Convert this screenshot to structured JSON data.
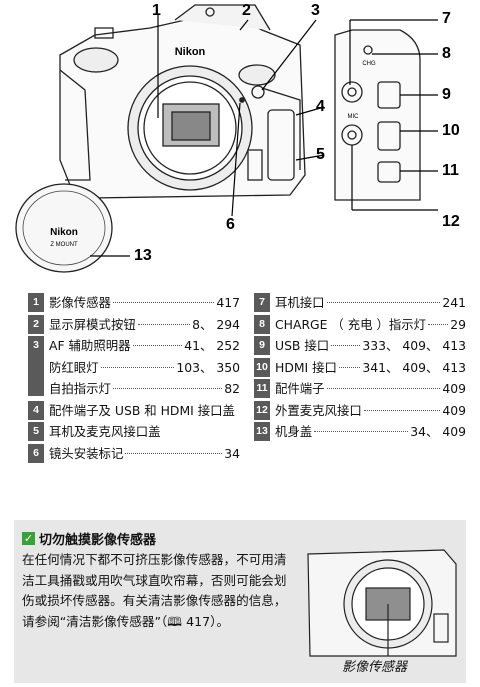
{
  "figure": {
    "callouts": [
      "1",
      "2",
      "3",
      "4",
      "5",
      "6",
      "7",
      "8",
      "9",
      "10",
      "11",
      "12",
      "13"
    ],
    "logo_text": "Nikon",
    "cap_text": "Nikon",
    "cap_subtext": "Z MOUNT",
    "port_labels": [
      "CHG",
      "MIC"
    ]
  },
  "parts_list": {
    "left": [
      {
        "num": "1",
        "entries": [
          {
            "label": "影像传感器",
            "page": "417"
          }
        ]
      },
      {
        "num": "2",
        "entries": [
          {
            "label": "显示屏模式按钮",
            "page": "8、 294"
          }
        ]
      },
      {
        "num": "3",
        "entries": [
          {
            "label": "AF 辅助照明器",
            "page": "41、 252"
          },
          {
            "label": "防红眼灯",
            "page": "103、 350"
          },
          {
            "label": "自拍指示灯",
            "page": "82"
          }
        ]
      },
      {
        "num": "4",
        "entries": [
          {
            "label": "配件端子及 USB 和 HDMI 接口盖",
            "page": ""
          }
        ]
      },
      {
        "num": "5",
        "entries": [
          {
            "label": "耳机及麦克风接口盖",
            "page": ""
          }
        ]
      },
      {
        "num": "6",
        "entries": [
          {
            "label": "镜头安装标记",
            "page": "34"
          }
        ]
      }
    ],
    "right": [
      {
        "num": "7",
        "entries": [
          {
            "label": "耳机接口",
            "page": "241"
          }
        ]
      },
      {
        "num": "8",
        "entries": [
          {
            "label": "CHARGE （ 充电 ）指示灯",
            "page": "29"
          }
        ]
      },
      {
        "num": "9",
        "entries": [
          {
            "label": "USB 接口",
            "page": "333、 409、 413"
          }
        ]
      },
      {
        "num": "10",
        "entries": [
          {
            "label": "HDMI 接口",
            "page": "341、 409、 413"
          }
        ]
      },
      {
        "num": "11",
        "entries": [
          {
            "label": "配件端子",
            "page": "409"
          }
        ]
      },
      {
        "num": "12",
        "entries": [
          {
            "label": "外置麦克风接口",
            "page": "409"
          }
        ]
      },
      {
        "num": "13",
        "entries": [
          {
            "label": "机身盖",
            "page": "34、 409"
          }
        ]
      }
    ]
  },
  "note": {
    "icon": "check-icon",
    "title": "切勿触摸影像传感器",
    "body": "在任何情况下都不可挤压影像传感器，不可用清洁工具捅戳或用吹气球直吹帘幕，否则可能会划伤或损坏传感器。有关清洁影像传感器的信息，请参阅“清洁影像传感器”（🕮 417）。",
    "caption": "影像传感器"
  },
  "colors": {
    "num_box": "#5a5a5a",
    "note_bg": "#e7e7e7",
    "check": "#3aa13a"
  }
}
